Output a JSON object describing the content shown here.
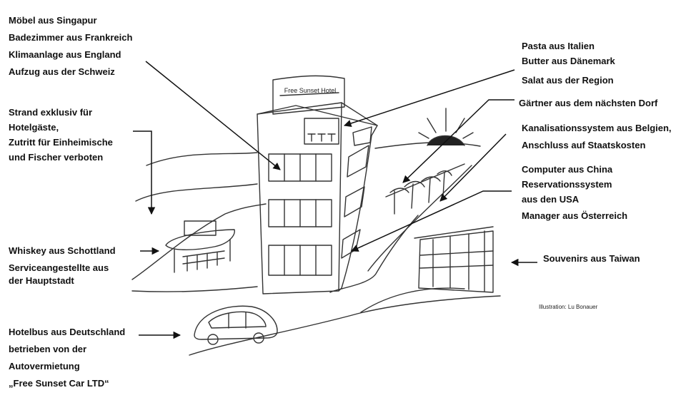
{
  "hotel_sign": "Free Sunset Hotel",
  "credit": "Illustration: Lu Bonauer",
  "labels": {
    "furniture": [
      "Möbel aus Singapur",
      "Badezimmer aus Frankreich",
      "Klimaanlage aus England",
      "Aufzug aus der Schweiz"
    ],
    "beach": [
      "Strand exklusiv für",
      "Hotelgäste,",
      "Zutritt für Einheimische",
      "und Fischer verboten"
    ],
    "bar": [
      "Whiskey aus Schottland",
      "Serviceangestellte aus",
      "der Hauptstadt"
    ],
    "bus": [
      "Hotelbus aus Deutschland",
      "betrieben von der",
      "Autovermietung",
      "„Free Sunset Car LTD“"
    ],
    "food": [
      "Pasta aus Italien",
      "Butter aus Dänemark",
      "Salat aus der Region"
    ],
    "gardener": [
      "Gärtner aus dem nächsten Dorf"
    ],
    "sewage": [
      "Kanalisationssystem aus Belgien,",
      "Anschluss auf Staatskosten"
    ],
    "computer": [
      "Computer aus China",
      "Reservationssystem",
      "aus den USA",
      "Manager aus Österreich"
    ],
    "souvenirs": [
      "Souvenirs aus Taiwan"
    ]
  }
}
